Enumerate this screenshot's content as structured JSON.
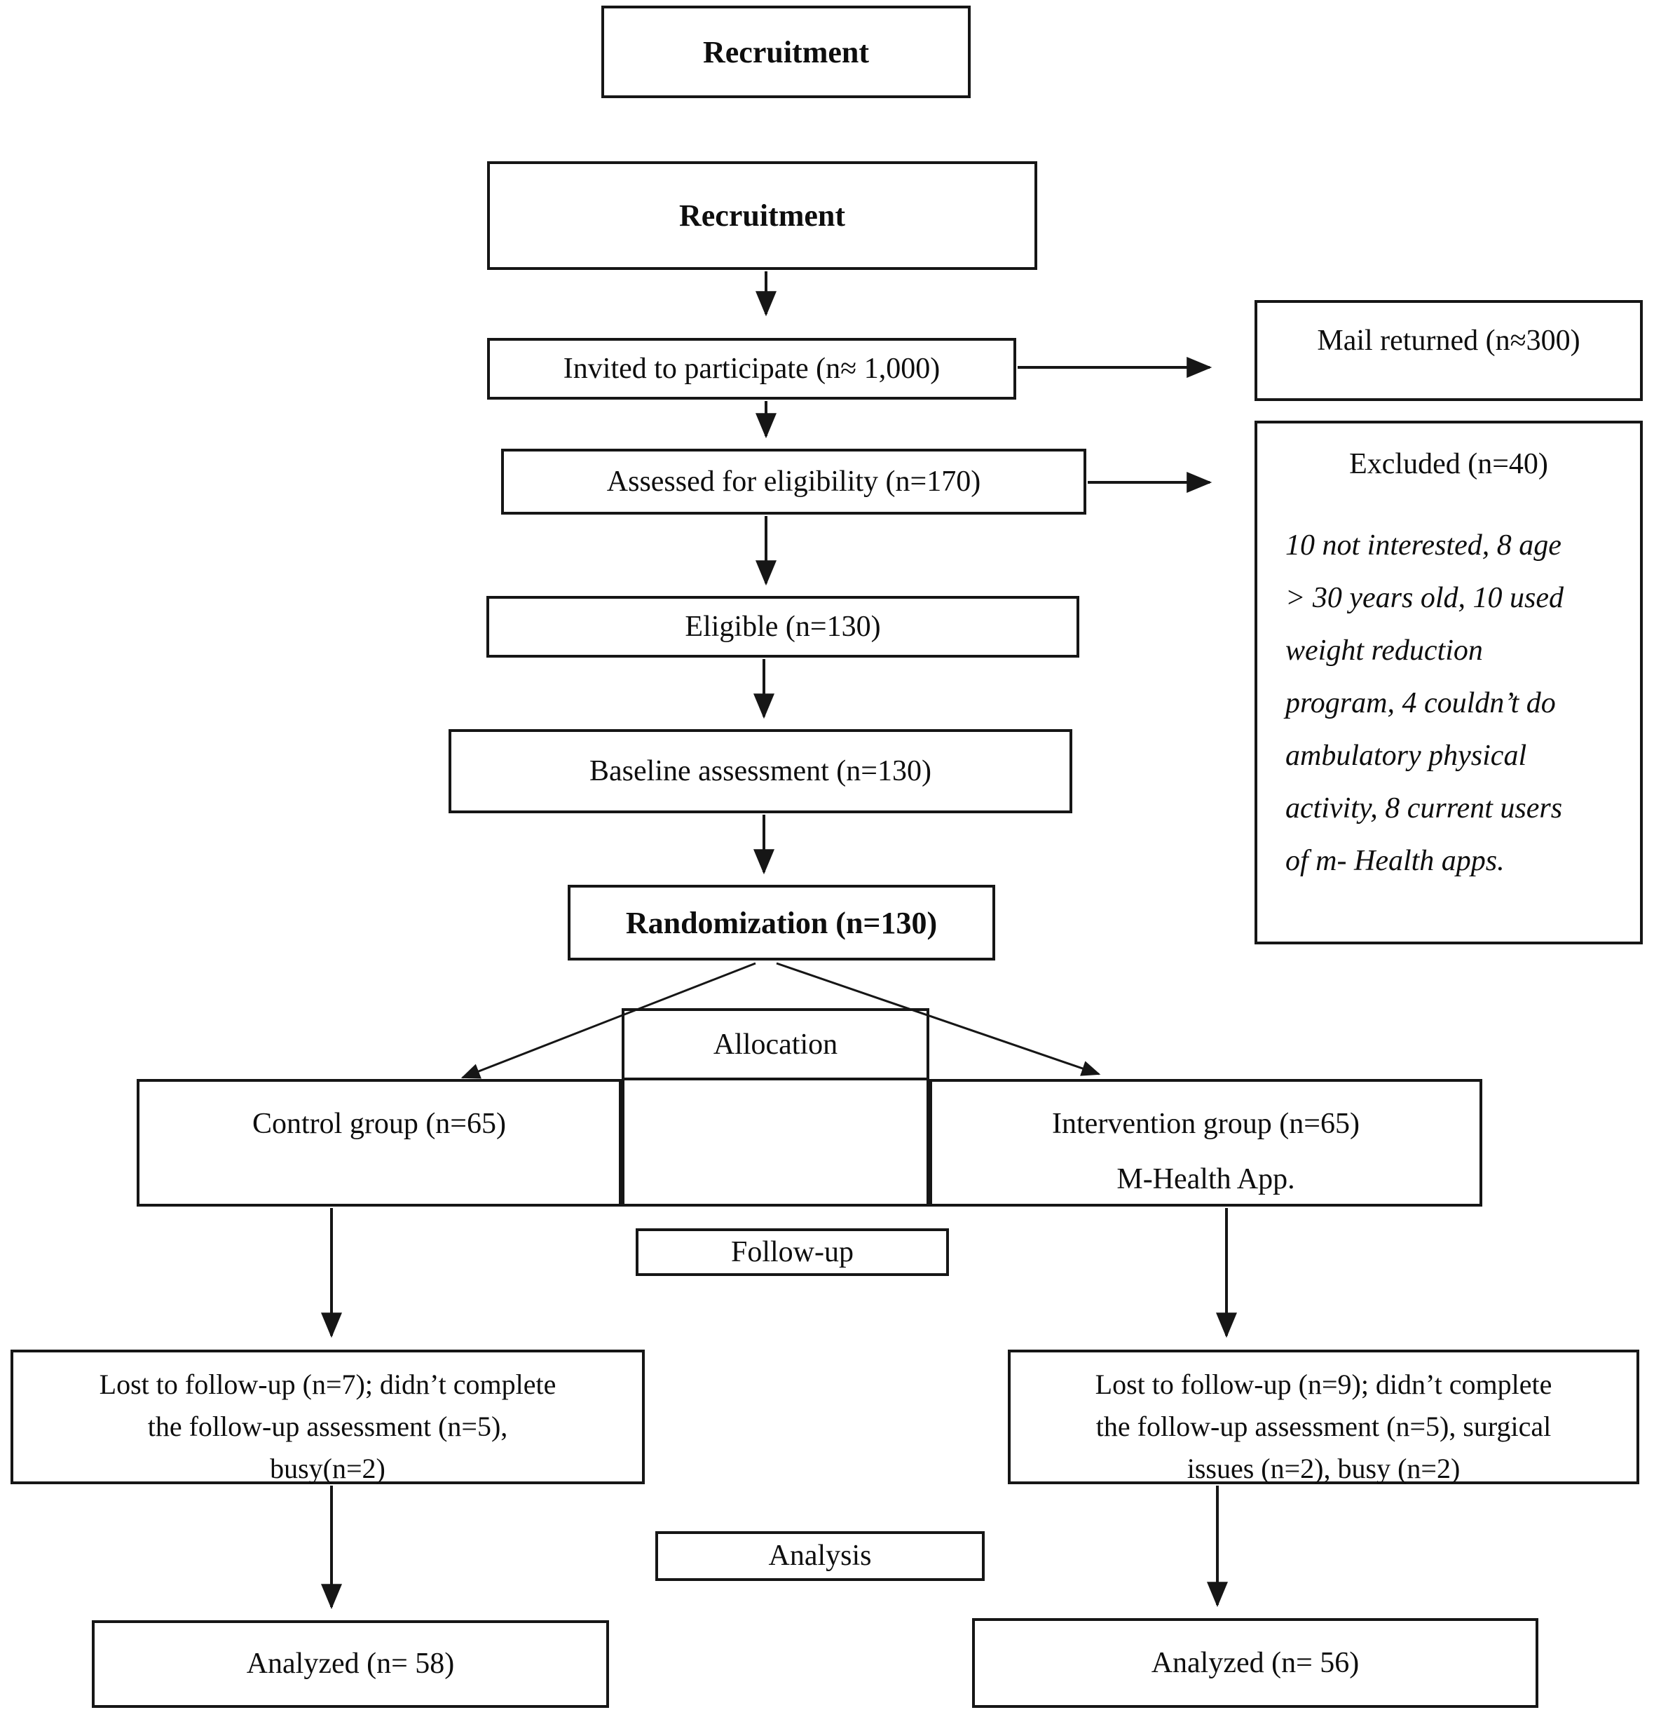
{
  "diagram": {
    "boxes": {
      "recruitment_header": {
        "label": "Recruitment"
      },
      "recruitment": {
        "label": "Recruitment"
      },
      "invited": {
        "label": "Invited to participate (n≈ 1,000)"
      },
      "mail_returned": {
        "label": "Mail returned (n≈300)"
      },
      "assessed": {
        "label": "Assessed for eligibility (n=170)"
      },
      "excluded": {
        "title": "Excluded (n=40)",
        "reason_lines": [
          "10 not interested, 8 age",
          "> 30 years old, 10 used",
          "weight reduction",
          "program, 4 couldn’t do",
          "ambulatory physical",
          "activity, 8 current users",
          "of m- Health apps."
        ]
      },
      "eligible": {
        "label": "Eligible (n=130)"
      },
      "baseline": {
        "label": "Baseline assessment (n=130)"
      },
      "randomization": {
        "label": "Randomization (n=130)"
      },
      "allocation": {
        "label": "Allocation"
      },
      "control_group": {
        "label": "Control group (n=65)"
      },
      "intervention_group": {
        "line1": "Intervention group (n=65)",
        "line2": "M-Health App."
      },
      "follow_up": {
        "label": "Follow-up"
      },
      "lost_control": {
        "lines": [
          "Lost to follow-up (n=7); didn’t complete",
          "the follow-up assessment (n=5),",
          "busy(n=2)"
        ]
      },
      "lost_intervention": {
        "lines": [
          "Lost to follow-up (n=9); didn’t complete",
          "the follow-up assessment (n=5), surgical",
          "issues (n=2), busy (n=2)"
        ]
      },
      "analysis": {
        "label": "Analysis"
      },
      "analyzed_control": {
        "label": "Analyzed (n= 58)"
      },
      "analyzed_intervention": {
        "label": "Analyzed (n= 56)"
      }
    },
    "colors": {
      "border": "#161616",
      "background": "#ffffff",
      "text": "#0e0e0e"
    }
  }
}
